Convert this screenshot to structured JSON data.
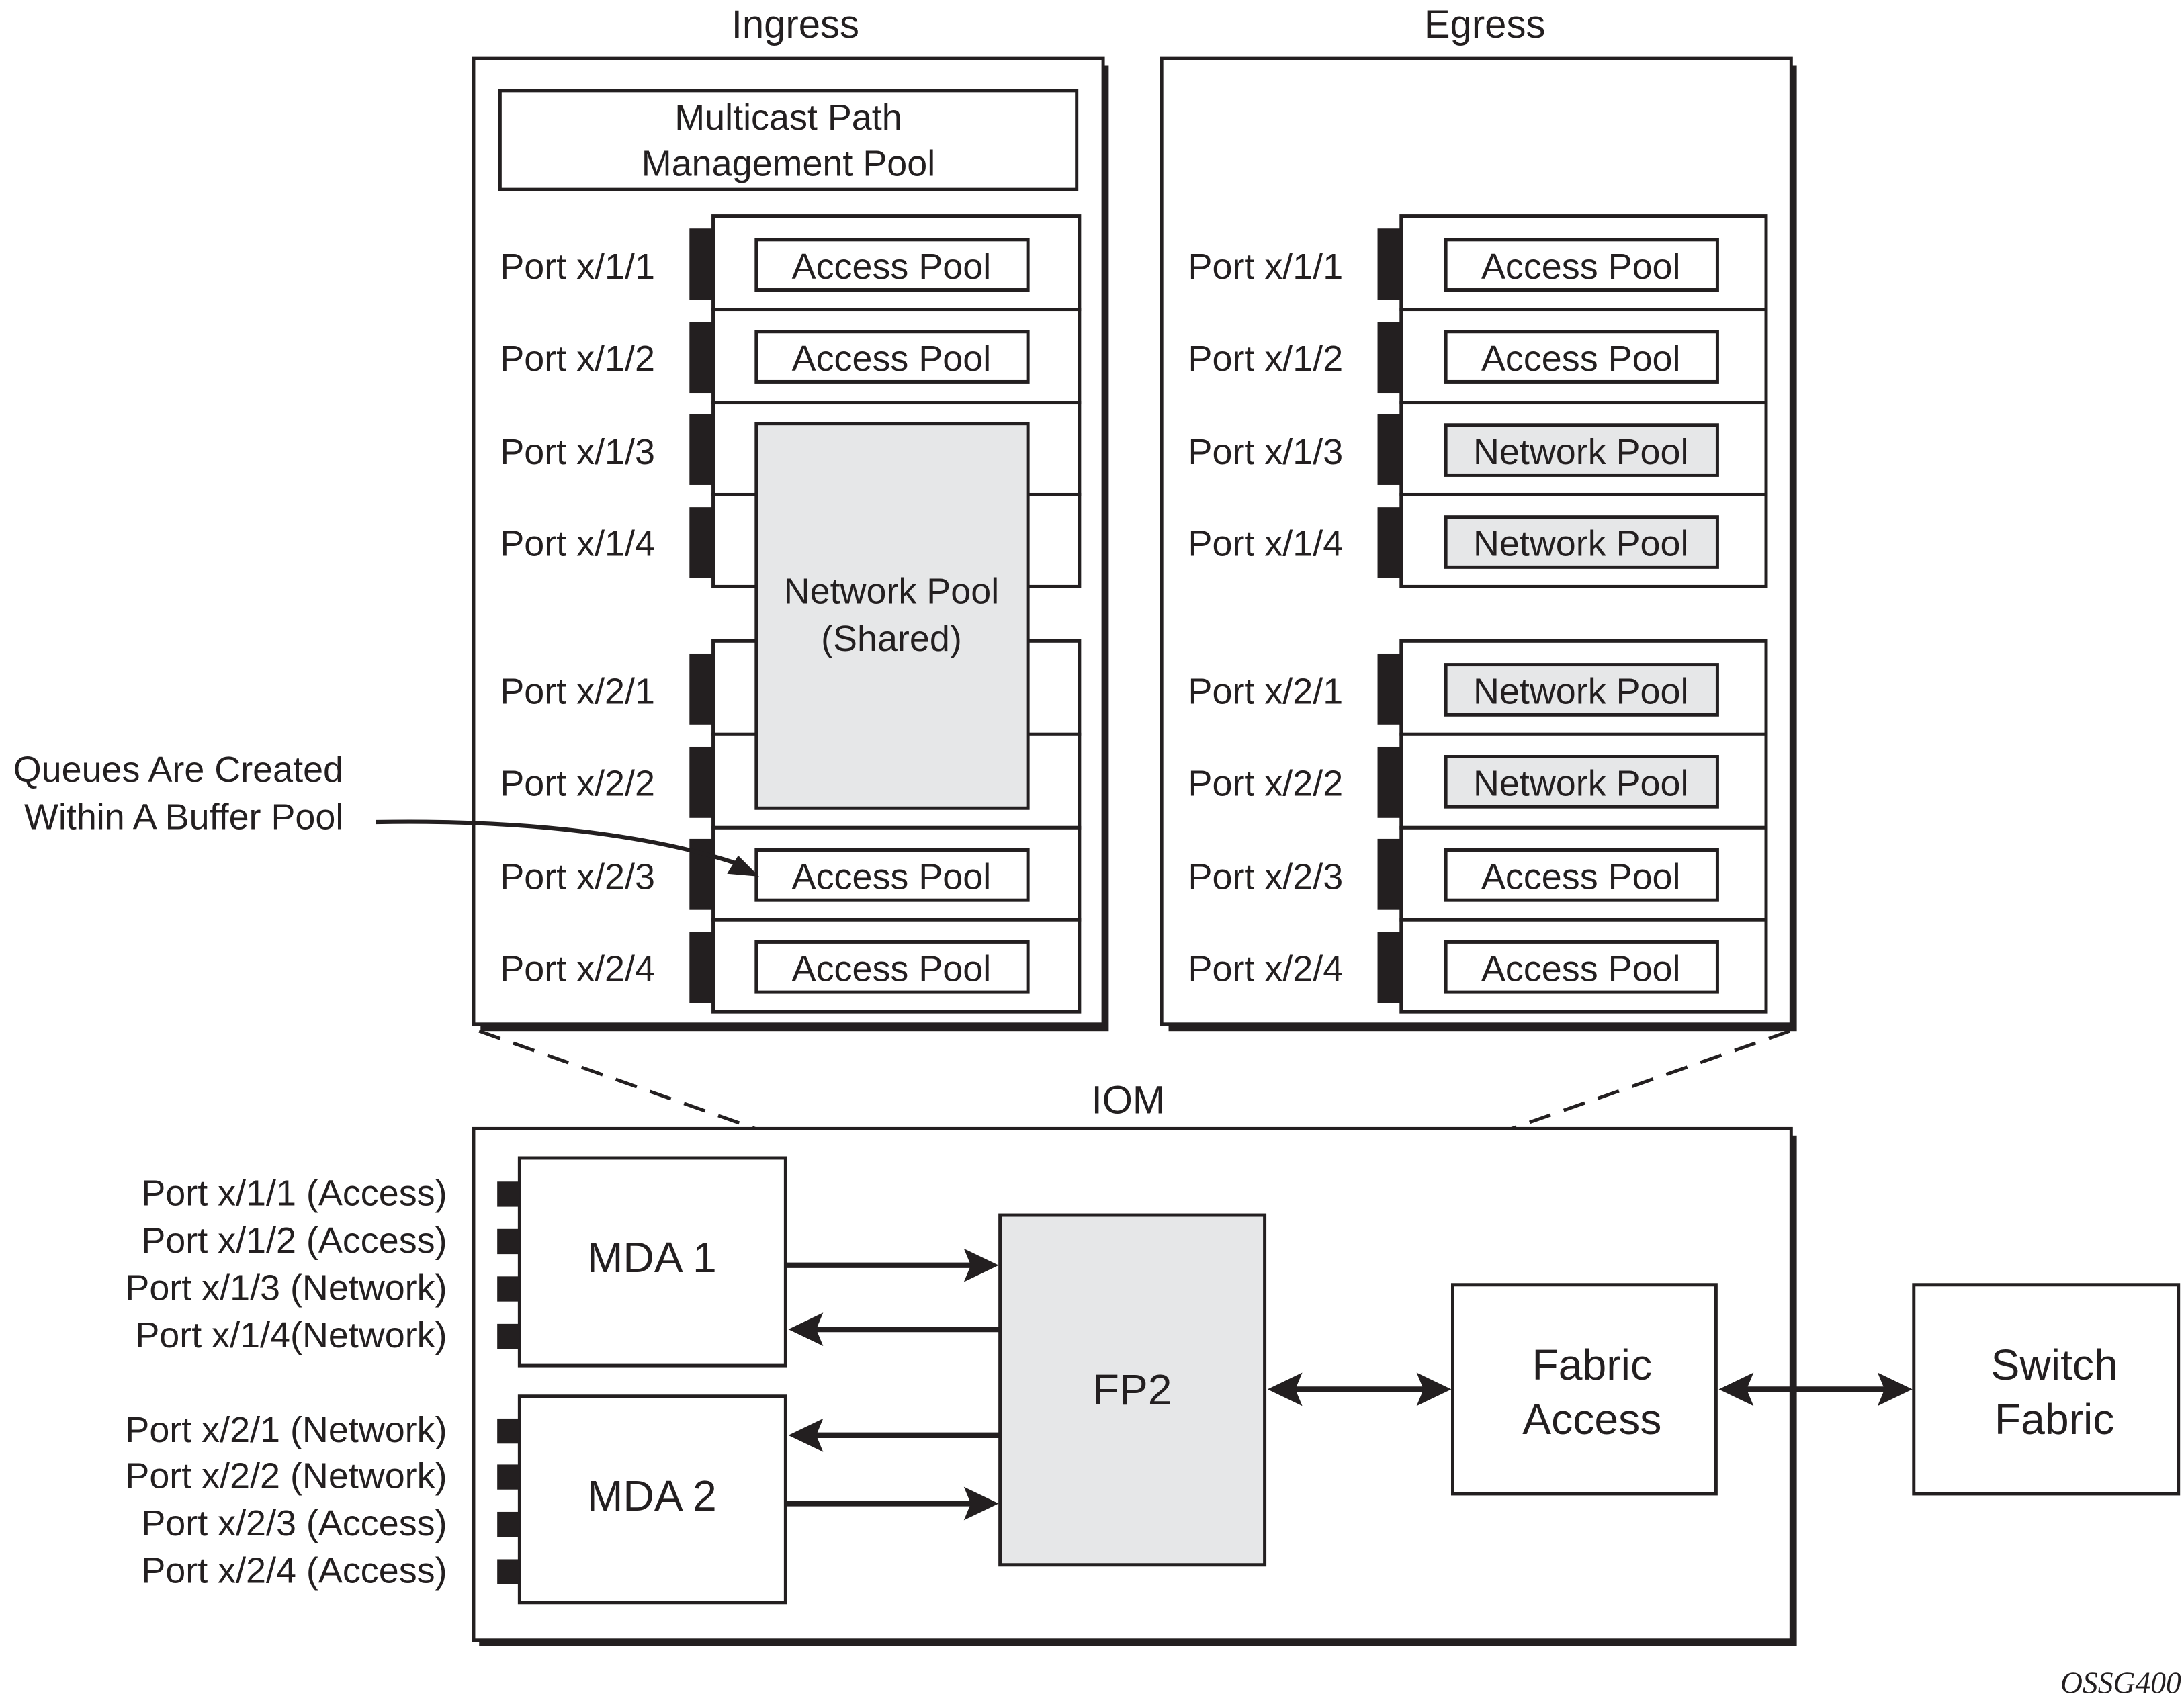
{
  "ingress": {
    "title": "Ingress",
    "multicast_pool": [
      "Multicast Path",
      "Management Pool"
    ],
    "ports": [
      {
        "label": "Port x/1/1",
        "pool": "Access Pool"
      },
      {
        "label": "Port x/1/2",
        "pool": "Access Pool"
      },
      {
        "label": "Port x/1/3",
        "pool": "shared"
      },
      {
        "label": "Port x/1/4",
        "pool": "shared"
      },
      {
        "label": "Port x/2/1",
        "pool": "shared"
      },
      {
        "label": "Port x/2/2",
        "pool": "shared"
      },
      {
        "label": "Port x/2/3",
        "pool": "Access Pool"
      },
      {
        "label": "Port x/2/4",
        "pool": "Access Pool"
      }
    ],
    "shared_pool": [
      "Network Pool",
      "(Shared)"
    ]
  },
  "egress": {
    "title": "Egress",
    "ports": [
      {
        "label": "Port x/1/1",
        "pool": "Access Pool",
        "type": "access"
      },
      {
        "label": "Port x/1/2",
        "pool": "Access Pool",
        "type": "access"
      },
      {
        "label": "Port x/1/3",
        "pool": "Network Pool",
        "type": "network"
      },
      {
        "label": "Port x/1/4",
        "pool": "Network Pool",
        "type": "network"
      },
      {
        "label": "Port x/2/1",
        "pool": "Network Pool",
        "type": "network"
      },
      {
        "label": "Port x/2/2",
        "pool": "Network Pool",
        "type": "network"
      },
      {
        "label": "Port x/2/3",
        "pool": "Access Pool",
        "type": "access"
      },
      {
        "label": "Port x/2/4",
        "pool": "Access Pool",
        "type": "access"
      }
    ]
  },
  "annotation": [
    "Queues Are Created",
    "Within A Buffer Pool"
  ],
  "iom": {
    "title": "IOM",
    "mda1": {
      "label": "MDA 1",
      "ports": [
        "Port x/1/1 (Access)",
        "Port x/1/2 (Access)",
        "Port x/1/3 (Network)",
        "Port x/1/4(Network)"
      ]
    },
    "mda2": {
      "label": "MDA 2",
      "ports": [
        "Port x/2/1 (Network)",
        "Port x/2/2 (Network)",
        "Port x/2/3 (Access)",
        "Port x/2/4 (Access)"
      ]
    },
    "fp2": "FP2",
    "fabric_access": [
      "Fabric",
      "Access"
    ]
  },
  "switch_fabric": [
    "Switch",
    "Fabric"
  ],
  "figure_id": "OSSG400",
  "colors": {
    "ink": "#231f20",
    "shade": "#e6e7e8"
  }
}
